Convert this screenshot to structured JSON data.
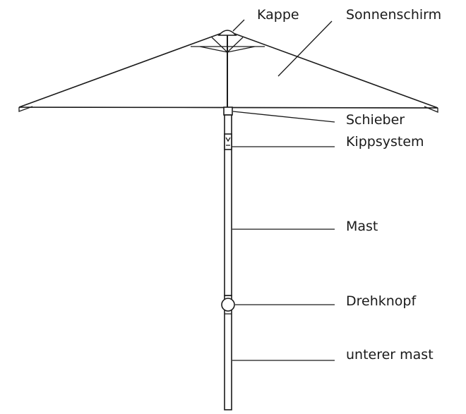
{
  "diagram": {
    "labels": {
      "kappe": "Kappe",
      "sonnenschirm": "Sonnenschirm",
      "schieber": "Schieber",
      "kippsystem": "Kippsystem",
      "mast": "Mast",
      "drehknopf": "Drehknopf",
      "unterer_mast": "unterer mast"
    }
  }
}
